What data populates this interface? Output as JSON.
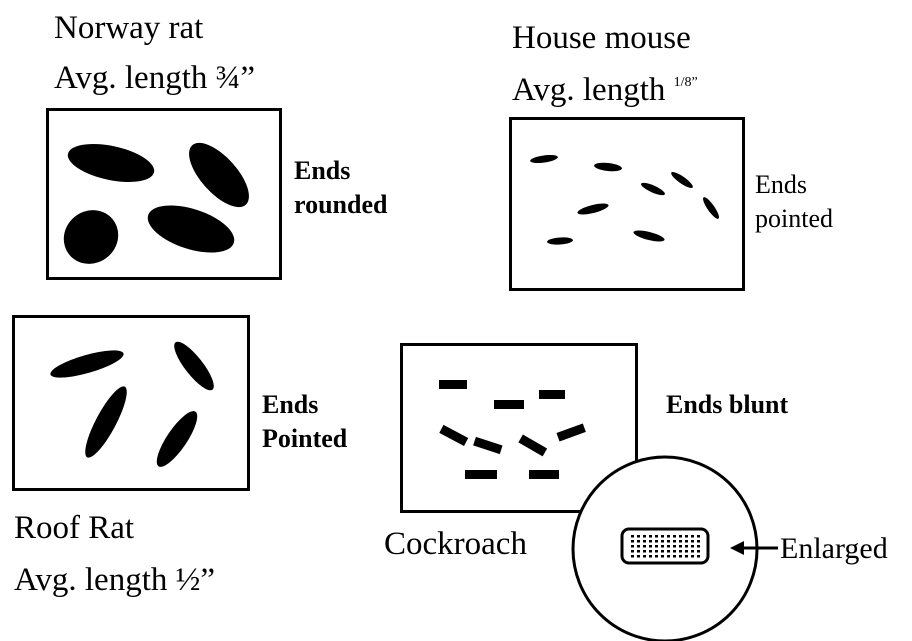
{
  "norway_rat": {
    "title": "Norway rat",
    "length_prefix": "Avg. length ",
    "length_value": "¾”",
    "description_line1": "Ends",
    "description_line2": "rounded"
  },
  "house_mouse": {
    "title": "House mouse",
    "length_prefix": "Avg. length ",
    "length_value": "1/8”",
    "description_line1": "Ends",
    "description_line2": "pointed"
  },
  "roof_rat": {
    "title": "Roof Rat",
    "length_prefix": "Avg. length ",
    "length_value": "½”",
    "description_line1": "Ends",
    "description_line2": "Pointed"
  },
  "cockroach": {
    "title": "Cockroach",
    "description": "Ends blunt",
    "enlarged_label": "Enlarged"
  }
}
